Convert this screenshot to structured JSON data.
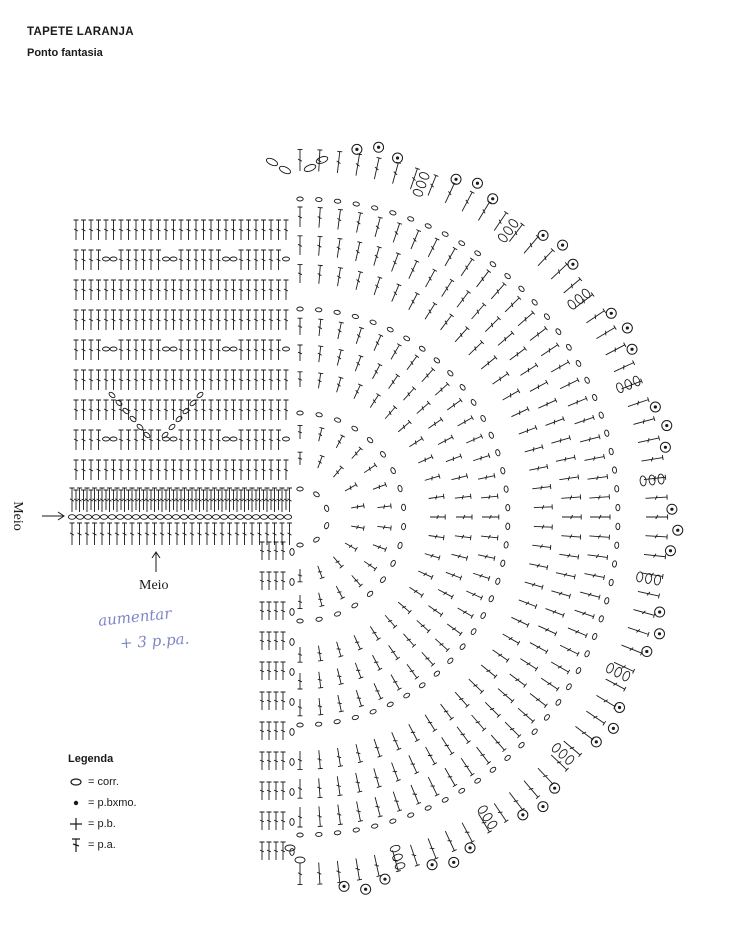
{
  "header": {
    "title": "TAPETE LARANJA",
    "subtitle": "Ponto fantasia"
  },
  "labels": {
    "meio_left": "Meio",
    "meio_bottom": "Meio"
  },
  "handwriting": {
    "line1": "aumentar",
    "line2": "+ 3 p.pa."
  },
  "legend": {
    "title": "Legenda",
    "items": [
      {
        "symbol": "chain-oval-icon",
        "text": "= corr."
      },
      {
        "symbol": "dot-icon",
        "text": "= p.bxmo."
      },
      {
        "symbol": "plus-icon",
        "text": "= p.b."
      },
      {
        "symbol": "tall-stitch-icon",
        "text": "= p.a."
      }
    ]
  },
  "colors": {
    "ink": "#1a1a1a",
    "pencil": "#7d86c7",
    "paper": "#ffffff"
  }
}
